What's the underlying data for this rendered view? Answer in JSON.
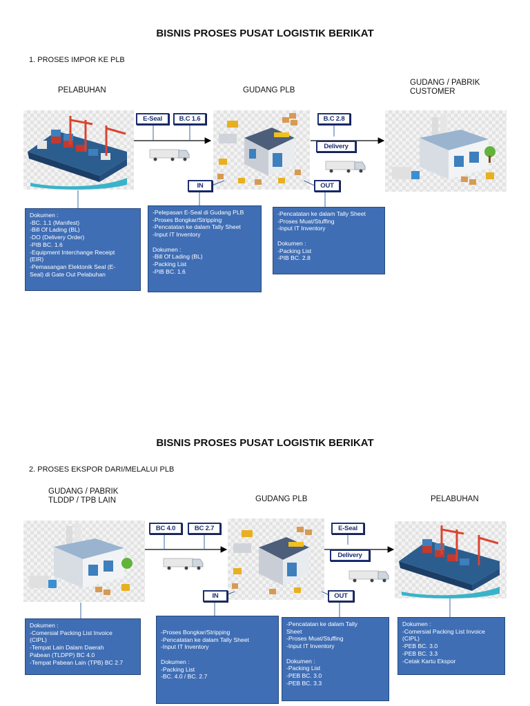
{
  "diagram1": {
    "title": "BISNIS PROSES PUSAT LOGISTIK BERIKAT",
    "section": "1. PROSES IMPOR KE PLB",
    "node_left": "PELABUHAN",
    "node_mid": "GUDANG PLB",
    "node_right_1": "GUDANG / PABRIK",
    "node_right_2": "CUSTOMER",
    "tag_eseal": "E-Seal",
    "tag_bc16": "B.C 1.6",
    "tag_bc28": "B.C 2.8",
    "tag_delivery": "Delivery",
    "tag_in": "IN",
    "tag_out": "OUT",
    "box_left": [
      "Dokumen :",
      "-BC. 1.1 (Manifest)",
      "-Bill Of Lading (BL)",
      "-DO (Delivery Order)",
      "-PIB BC. 1.6",
      "-Equipment Interchange Receipt",
      "(EIR)",
      "-Pemasangan Elektonik Seal (E-",
      "Seal) di Gate Out Pelabuhan"
    ],
    "box_in": [
      "-Pelepasan E-Seal di Gudang PLB",
      "-Proses Bongkar/Stripping",
      "-Pencatatan ke dalam Tally Sheet",
      "-Input IT Inventory",
      "",
      "Dokumen :",
      "-Bill Of Lading (BL)",
      "-Packing List",
      "-PIB BC. 1.6"
    ],
    "box_out": [
      "-Pencatatan ke dalam Tally Sheet",
      "-Proses Muat/Stuffing",
      "-Input IT Inventory",
      "",
      "Dokumen :",
      "-Packing List",
      "-PIB BC. 2.8"
    ]
  },
  "diagram2": {
    "title": "BISNIS PROSES PUSAT LOGISTIK BERIKAT",
    "section": "2. PROSES EKSPOR DARI/MELALUI PLB",
    "node_left_1": "GUDANG / PABRIK",
    "node_left_2": "TLDDP / TPB LAIN",
    "node_mid": "GUDANG PLB",
    "node_right": "PELABUHAN",
    "tag_bc40": "BC 4.0",
    "tag_bc27": "BC 2.7",
    "tag_eseal": "E-Seal",
    "tag_delivery": "Delivery",
    "tag_in": "IN",
    "tag_out": "OUT",
    "box_left": [
      "Dokumen :",
      "-Comersial Packing List Invoice",
      "(CIPL)",
      "-Tempat Lain Dalam Daerah",
      "Pabean (TLDPP) BC 4.0",
      "-Tempat Pabean Lain (TPB) BC 2.7"
    ],
    "box_in": [
      "-Proses Bongkar/Stripping",
      "-Pencatatan ke dalam Tally Sheet",
      "-Input IT Inventory",
      "",
      "Dokumen :",
      "-Packing List",
      "-BC. 4.0 / BC. 2.7"
    ],
    "box_out": [
      "-Pencatatan ke dalam Tally",
      "Sheet",
      "-Proses Muat/Stuffing",
      "-Input IT Inventory",
      "",
      "Dokumen :",
      "-Packing List",
      "-PEB BC. 3.0",
      "-PEB BC. 3.3"
    ],
    "box_right": [
      "Dokumen :",
      "-Comersial Packing List Invoice",
      "(CIPL)",
      "-PEB BC. 3.0",
      "-PEB BC. 3.3",
      "-Cetak Kartu Ekspor"
    ]
  },
  "colors": {
    "box_fill": "#3f6eb5",
    "tag_border": "#1c2f72",
    "arrow": "#000000"
  }
}
